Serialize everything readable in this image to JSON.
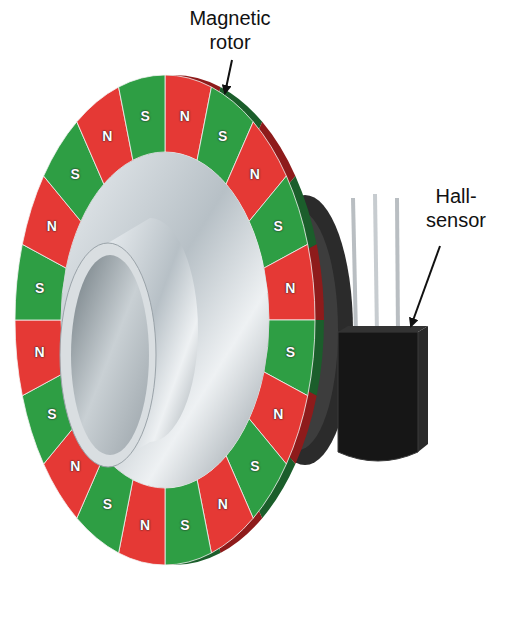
{
  "diagram": {
    "labels": [
      "Magnetic rotor",
      "Hall-sensor",
      "N",
      "S",
      "N",
      "S",
      "N",
      "S",
      "N",
      "S",
      "N",
      "S",
      "N",
      "S",
      "N",
      "S",
      "N",
      "S",
      "N",
      "S",
      "N",
      "S"
    ]
  }
}
